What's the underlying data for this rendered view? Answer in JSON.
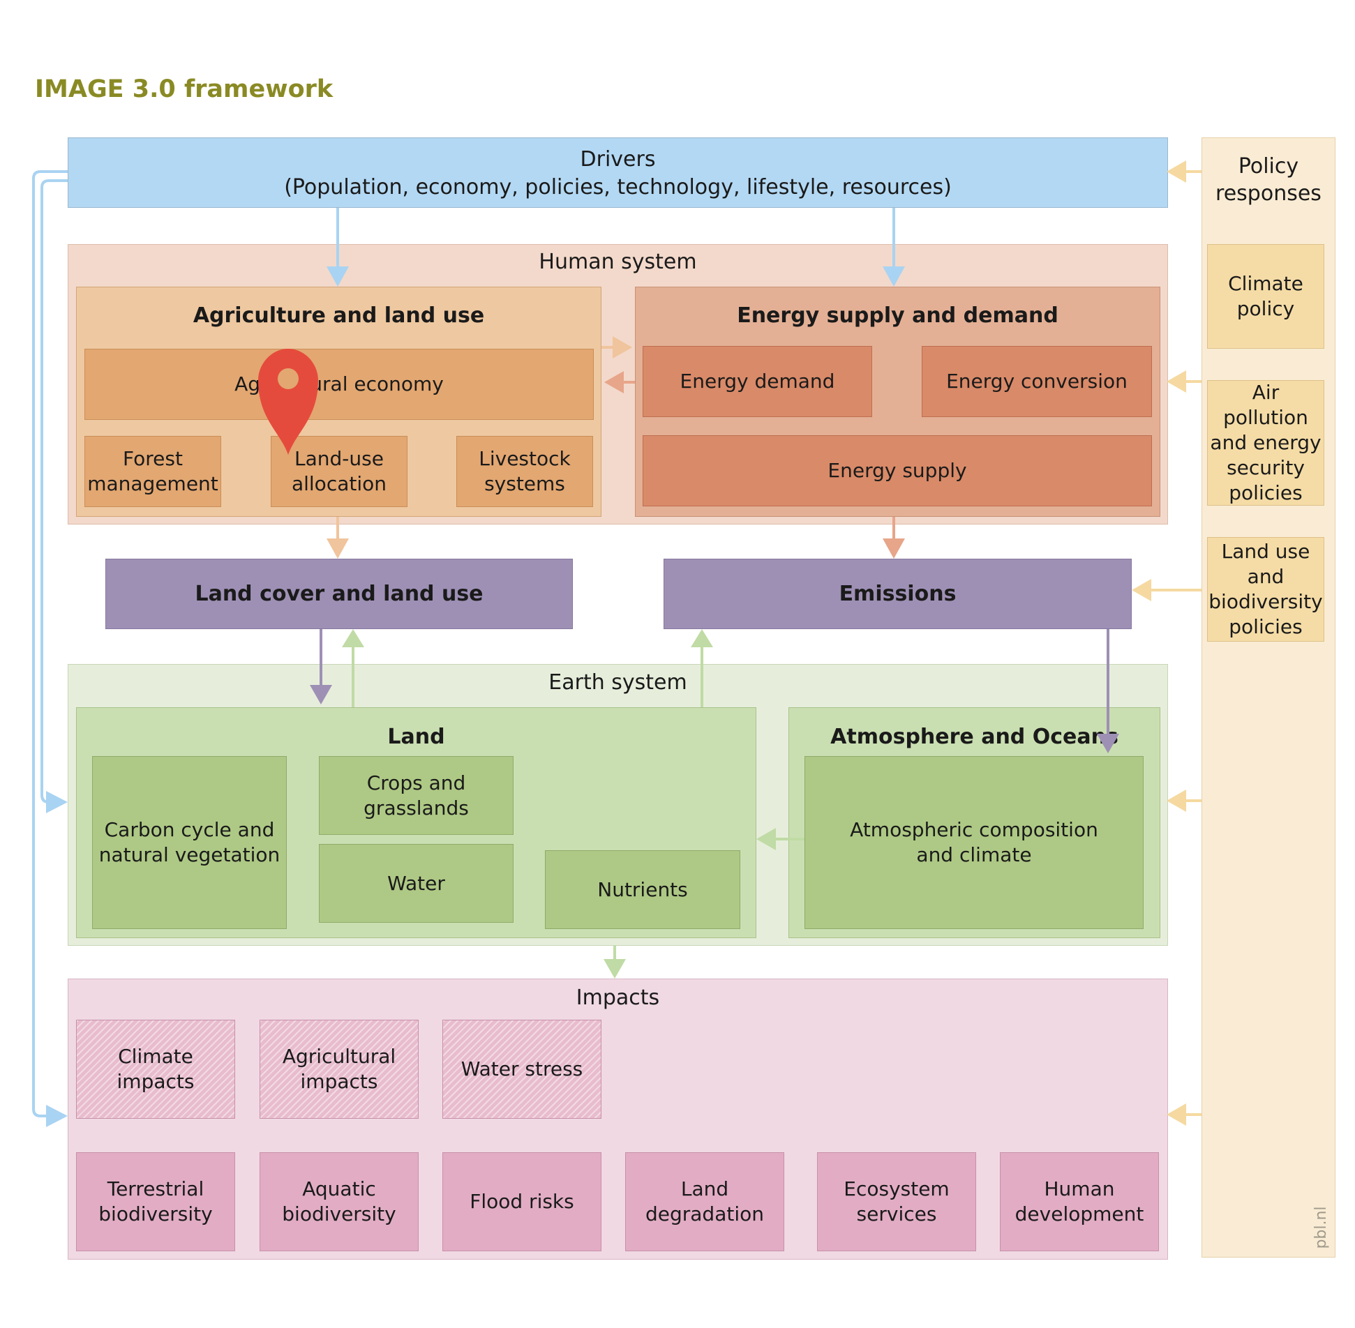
{
  "title": "IMAGE 3.0 framework",
  "drivers": {
    "title": "Drivers",
    "subtitle": "(Population, economy, policies, technology, lifestyle, resources)"
  },
  "policy": {
    "header": "Policy\nresponses",
    "items": [
      "Climate\npolicy",
      "Air pollution\nand energy\nsecurity\npolicies",
      "Land use and\nbiodiversity\npolicies"
    ]
  },
  "human_system": {
    "label": "Human system",
    "agriculture": {
      "title": "Agriculture and land use",
      "economy": "Agricultural economy",
      "boxes": [
        "Forest\nmanagement",
        "Land-use\nallocation",
        "Livestock\nsystems"
      ]
    },
    "energy": {
      "title": "Energy supply and demand",
      "demand": "Energy demand",
      "conversion": "Energy conversion",
      "supply": "Energy supply"
    }
  },
  "land_cover": "Land cover and land use",
  "emissions": "Emissions",
  "earth_system": {
    "label": "Earth system",
    "land": {
      "title": "Land",
      "carbon": "Carbon cycle and\nnatural vegetation",
      "crops": "Crops and grasslands",
      "water": "Water",
      "nutrients": "Nutrients"
    },
    "atmosphere": {
      "title": "Atmosphere and Oceans",
      "composition": "Atmospheric composition\nand climate"
    }
  },
  "impacts": {
    "label": "Impacts",
    "top": [
      "Climate\nimpacts",
      "Agricultural\nimpacts",
      "Water stress"
    ],
    "bottom": [
      "Terrestrial\nbiodiversity",
      "Aquatic\nbiodiversity",
      "Flood risks",
      "Land\ndegradation",
      "Ecosystem\nservices",
      "Human\ndevelopment"
    ]
  },
  "watermark": "pbl.nl",
  "colors": {
    "drivers_arrow": "#a9d3f2",
    "policy_arrow": "#f5d9a0",
    "agri_arrow": "#f0c49c",
    "energy_arrow": "#e7a58a",
    "purple_arrow": "#9e90b5",
    "green_arrow": "#c0dba5",
    "pin": "#e54b3c"
  }
}
